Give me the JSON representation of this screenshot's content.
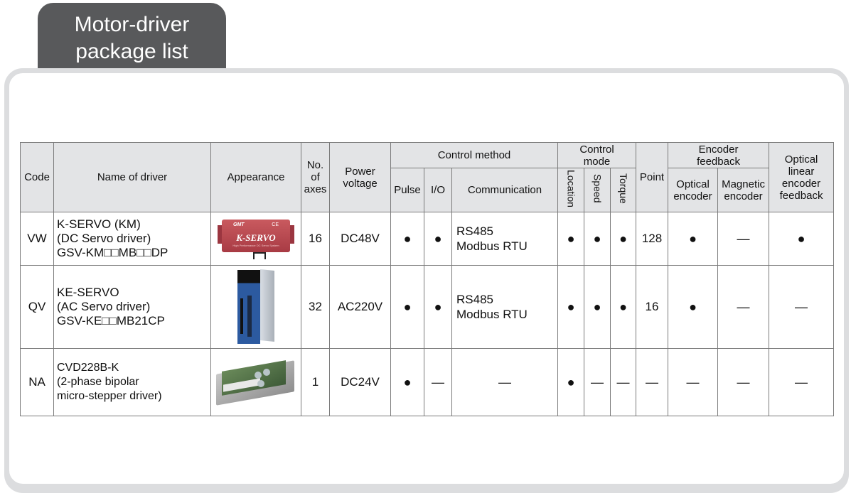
{
  "title": {
    "line1": "Motor-driver",
    "line2": "package list"
  },
  "table": {
    "headers": {
      "code": "Code",
      "name": "Name of driver",
      "appearance": "Appearance",
      "axes": [
        "No.",
        "of",
        "axes"
      ],
      "power": [
        "Power",
        "voltage"
      ],
      "control_method": "Control method",
      "pulse": "Pulse",
      "io": "I/O",
      "communication": "Communication",
      "control_mode": [
        "Control",
        "mode"
      ],
      "location": "Location",
      "speed": "Speed",
      "torque": "Torque",
      "point": "Point",
      "encoder_feedback": [
        "Encoder",
        "feedback"
      ],
      "optical_encoder": [
        "Optical",
        "encoder"
      ],
      "magnetic_encoder": [
        "Magnetic",
        "encoder"
      ],
      "optical_linear": [
        "Optical",
        "linear",
        "encoder",
        "feedback"
      ]
    },
    "rows": [
      {
        "code": "VW",
        "name": [
          "K-SERVO (KM)",
          "(DC Servo driver)",
          "GSV-KM□□MB□□DP"
        ],
        "appearance": "k-servo-dc-driver-image",
        "image_text": {
          "logo": "GMT",
          "ce": "CE",
          "brand": "K-SERVO",
          "sub": "High Performance DC Servo System"
        },
        "axes": "16",
        "power": "DC48V",
        "pulse": "●",
        "io": "●",
        "communication": [
          "RS485",
          "Modbus RTU"
        ],
        "location": "●",
        "speed": "●",
        "torque": "●",
        "point": "128",
        "optical_encoder": "●",
        "magnetic_encoder": "—",
        "optical_linear": "●"
      },
      {
        "code": "QV",
        "name": [
          "KE-SERVO",
          "(AC Servo driver)",
          "GSV-KE□□MB21CP"
        ],
        "appearance": "ke-servo-ac-driver-image",
        "axes": "32",
        "power": "AC220V",
        "pulse": "●",
        "io": "●",
        "communication": [
          "RS485",
          "Modbus RTU"
        ],
        "location": "●",
        "speed": "●",
        "torque": "●",
        "point": "16",
        "optical_encoder": "●",
        "magnetic_encoder": "—",
        "optical_linear": "—"
      },
      {
        "code": "NA",
        "name": [
          "CVD228B-K",
          "(2-phase bipolar",
          "micro-stepper driver)"
        ],
        "appearance": "cvd228b-stepper-driver-image",
        "axes": "1",
        "power": "DC24V",
        "pulse": "●",
        "io": "—",
        "communication": [
          "—"
        ],
        "location": "●",
        "speed": "—",
        "torque": "—",
        "point": "—",
        "optical_encoder": "—",
        "magnetic_encoder": "—",
        "optical_linear": "—"
      }
    ]
  }
}
